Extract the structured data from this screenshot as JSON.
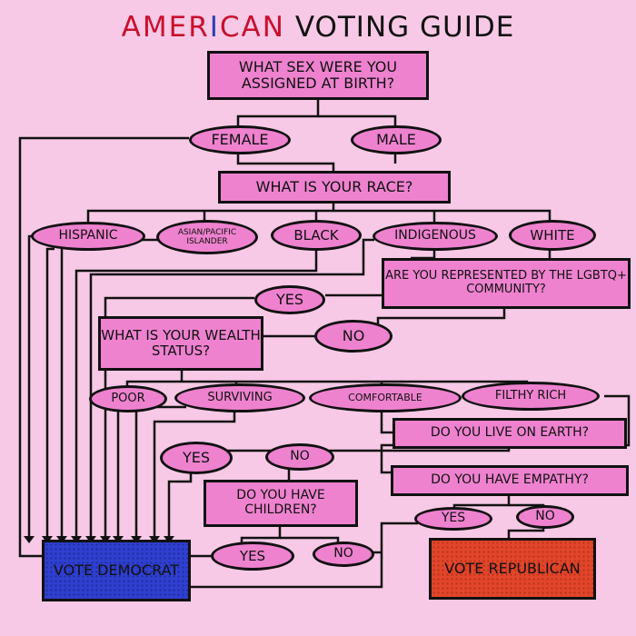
{
  "title": {
    "part1": "AMER",
    "part2": "I",
    "part3": "CAN",
    "rest": "VOTING GUIDE"
  },
  "nodes": {
    "q_sex": "WHAT SEX WERE YOU ASSIGNED AT BIRTH?",
    "female": "FEMALE",
    "male": "MALE",
    "q_race": "WHAT IS YOUR RACE?",
    "hispanic": "HISPANIC",
    "asian": "ASIAN/PACIFIC ISLANDER",
    "black": "BLACK",
    "indigenous": "INDIGENOUS",
    "white": "WHITE",
    "q_lgbtq": "ARE YOU REPRESENTED BY THE LGBTQ+ COMMUNITY?",
    "yes_lgbtq": "YES",
    "no_lgbtq": "NO",
    "q_wealth": "WHAT IS YOUR WEALTH STATUS?",
    "poor": "POOR",
    "surviving": "SURVIVING",
    "comfortable": "COMFORTABLE",
    "filthy_rich": "FILTHY RICH",
    "q_earth": "DO YOU LIVE ON EARTH?",
    "yes_earth": "YES",
    "no_earth": "NO",
    "q_empathy": "DO YOU HAVE EMPATHY?",
    "q_children": "DO YOU HAVE CHILDREN?",
    "yes_empathy": "YES",
    "no_empathy": "NO",
    "yes_children": "YES",
    "no_children": "NO",
    "vote_democrat": "VOTE DEMOCRAT",
    "vote_republican": "VOTE REPUBLICAN"
  },
  "colors": {
    "background": "#f7c9e6",
    "node": "#ee82cf",
    "democrat": "#2f3fcf",
    "republican": "#e2452a",
    "outline": "#111111"
  }
}
